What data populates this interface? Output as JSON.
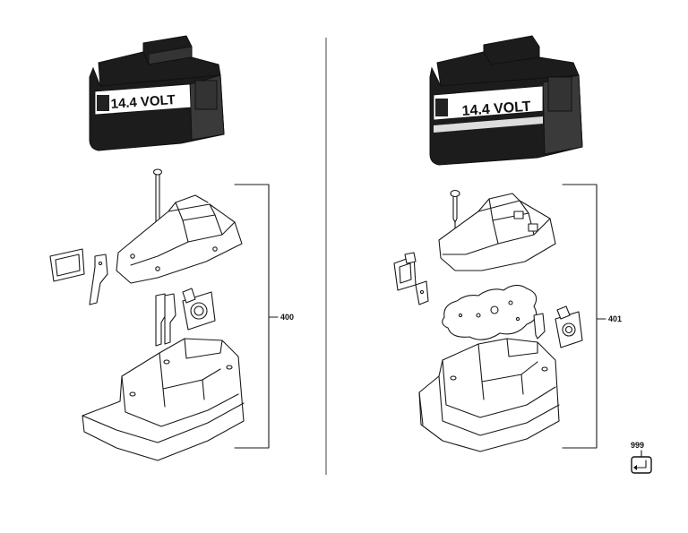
{
  "left_assembly": {
    "battery_label": "14.4 VOLT",
    "callout": "400"
  },
  "right_assembly": {
    "battery_label": "14.4 VOLT",
    "callout": "401"
  },
  "footer": {
    "page_ref": "999"
  },
  "colors": {
    "battery_body": "#1c1c1c",
    "label_band": "#ffffff",
    "line": "#1a1a1a"
  }
}
